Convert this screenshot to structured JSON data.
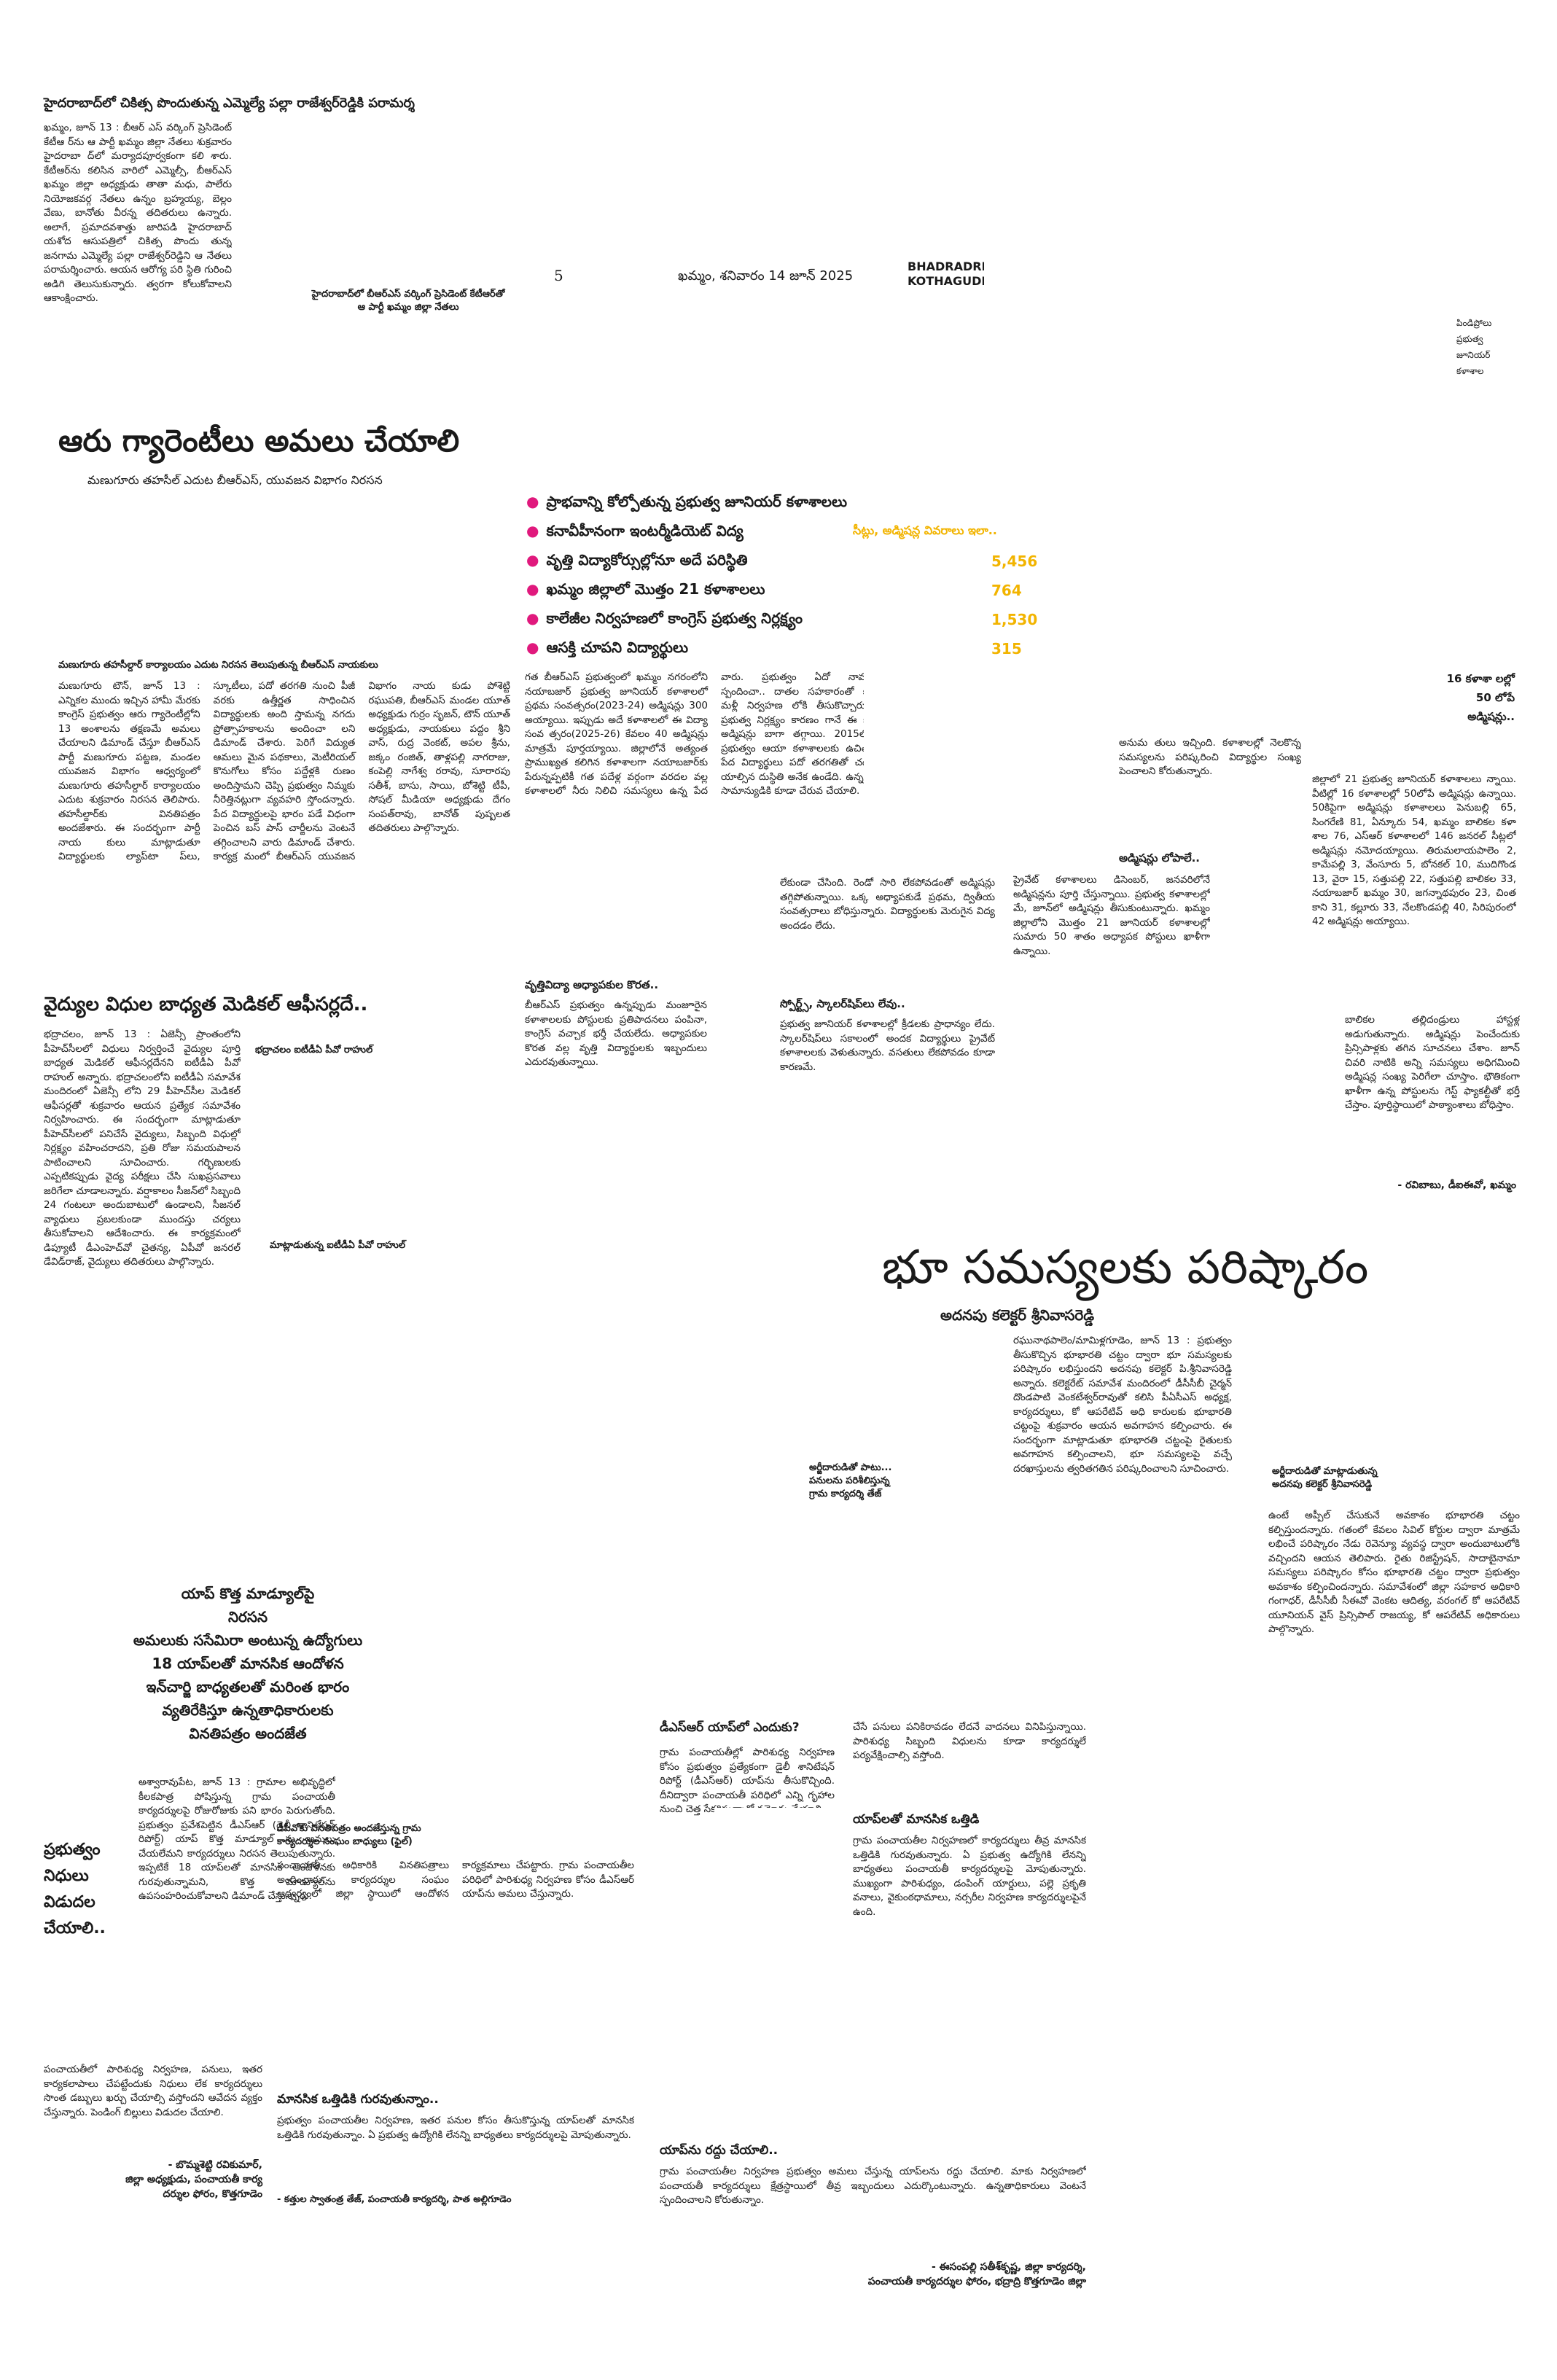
{
  "masthead": {
    "page_no": "5",
    "dateline": "ఖమ్మం, శనివారం 14 జూన్ 2025",
    "edition": "BHADRADRI\nKOTHAGUDEM"
  },
  "story1": {
    "headline": "హైదరాబాద్‌లో చికిత్స పొందుతున్న ఎమ్మెల్యే పల్లా రాజేశ్వర్‌రెడ్డికి పరామర్శ",
    "body": "ఖమ్మం, జూన్ 13 : బీఆర్ ఎస్ వర్కింగ్ ప్రెసిడెంట్ కేటీఆ ర్‌ను ఆ పార్టీ ఖమ్మం జిల్లా నేతలు శుక్రవారం హైదరాబా ద్‌లో మర్యాదపూర్వకంగా కలి శారు. కేటీఆర్‌ను కలిసిన వారిలో ఎమ్మెల్సీ, బీఆర్ఎస్ ఖమ్మం జిల్లా అధ్యక్షుడు తాతా మధు, పాలేరు నియోజకవర్గ నేతలు ఉన్నం బ్రహ్మయ్య, బెల్లం వేణు, బానోతు వీరన్న తదితరులు ఉన్నారు. అలాగే, ప్రమాదవశాత్తు జారిపడి హైదరాబాద్ యశోద ఆసుపత్రిలో చికిత్స పొందు తున్న జనగామ ఎమ్మెల్యే పల్లా రాజేశ్వర్‌రెడ్డిని ఆ నేతలు పరామర్శించారు. ఆయన ఆరోగ్య పరి స్థితి గురించి అడిగి తెలుసుకున్నారు. త్వరగా కోలుకోవాలని ఆకాంక్షించారు.",
    "caption": "హైదరాబాద్‌లో బీఆర్ఎస్ వర్కింగ్ ప్రెసిడెంట్ కేటీఆర్‌తో\nఆ పార్టీ ఖమ్మం జిల్లా నేతలు"
  },
  "top_right_caption": "పిండిప్రోలు\nప్రభుత్వ\nజూనియర్\nకళాశాల",
  "story2": {
    "headline": "ఆరు గ్యారెంటీలు అమలు చేయాలి",
    "subhead": "మణుగూరు తహసీల్ ఎదుట బీఆర్ఎస్, యువజన విభాగం నిరసన",
    "caption": "మణుగూరు తహసీల్దార్ కార్యాలయం ఎదుట నిరసన తెలుపుతున్న బీఆర్ఎస్ నాయకులు",
    "body": "మణుగూరు టౌన్, జూన్ 13 : ఎన్నికల ముందు ఇచ్చిన హామీ మేరకు కాంగ్రెస్ ప్రభుత్వం ఆరు గ్యారెంటీల్లోని 13 అంశాలను తక్షణమే అమలు చేయాలని డిమాండ్ చేస్తూ బీఆర్ఎస్ పార్టీ మణుగూరు పట్టణ, మండల యువజన విభాగం ఆధ్వర్యంలో మణుగూరు తహసీల్దార్ కార్యాలయం ఎదుట శుక్రవారం నిరసన తెలిపారు. తహసీల్దార్‌కు వినతిపత్రం అందజేశారు. ఈ సందర్భంగా పార్టీ నాయ కులు మాట్లాడుతూ విద్యార్థులకు ల్యాప్‌టా ప్‌లు, స్కూటీలు, పదో తరగతి నుంచి పీజీ వరకు ఉత్తీర్ణత సాధించిన విద్యార్థులకు అంది స్తామన్న నగదు ప్రోత్సాహకాలను అందించా లని డిమాండ్ చేశారు. పెరిగే విద్యుత ఆమలు మైన పథకాలు, మెటీరియల్ కొనుగోలు కోసం పద్దేళ్లకి రుణం అందిస్తామని చెప్పి ప్రభుత్వం నిమ్మకు నీరెత్తినట్లుగా వ్యవహరి స్తోందన్నారు. పేద విద్యార్థులపై భారం పడే విధంగా పెంచిన బస్ పాస్ చార్జీలను వెంటనే తగ్గించాలని వారు డిమాండ్ చేశారు. కార్యక్ర మంలో బీఆర్ఎస్ యువజన విభాగం నాయ కుడు పోశెట్టి రఘుపతి, బీఆర్ఎస్ మండల యూత్ అధ్యక్షుడు గుర్రం సృజన్, టౌన్ యూత్ అధ్యక్షుడు, నాయకులు పద్దం శ్రీని వాస్, రుద్ర వెంకట్, అపల శ్రీను, జక్కం రంజిత్, తాళ్లపల్లి నాగరాజు, కంపెల్లి నాగేశ్వ రరావు, సూరారపు సతీశ్, బాసు, సాయి, బోశెట్టి టీపీ, సోషల్ మీడియా అధ్యక్షుడు దేగం సంపత్‌రావు, బానోత్ పుష్పలత తదితరులు పాల్గొన్నారు."
  },
  "story3": {
    "bullets": [
      "ప్రాభవాన్ని కోల్పోతున్న ప్రభుత్వ జూనియర్ కళాశాలలు",
      "కనావీహీనంగా ఇంటర్మీడియెట్ విద్య",
      "వృత్తి విద్యాకోర్సుల్లోనూ అదే పరిస్థితి",
      "ఖమ్మం జిల్లాలో మొత్తం 21 కళాశాలలు",
      "కాలేజీల నిర్వహణలో కాంగ్రెస్ ప్రభుత్వ నిర్లక్ష్యం",
      "ఆసక్తి చూపని విద్యార్థులు"
    ],
    "seat_label": "సీట్లు, అడ్మిషన్ల వివరాలు ఇలా..",
    "stats": [
      "5,456",
      "764",
      "1,530",
      "315"
    ],
    "right_label": "16 కళాశా లల్లో 50 లోపే అడ్మిషన్లు..",
    "col1": "గత బీఆర్ఎస్ ప్రభుత్వంలో ఖమ్మం నగరంలోని నయాబజార్ ప్రభుత్వ జూనియర్ కళాశాలలో ప్రథమ సంవత్సరం(2023-24) అడ్మిషన్లు 300 అయ్యాయి. ఇప్పుడు అదే కళాశాలలో ఈ విద్యా సంవ త్సరం(2025-26) కేవలం 40 అడ్మిషన్లు మాత్రమే పూర్తయ్యాయి. జిల్లాలోనే అత్యంత ప్రాముఖ్యత కలిగిన కళాశాలగా నయాబజార్‌కు పేరున్నప్పటికీ గత పదేళ్ల వర్గంగా వరదల వల్ల కళాశాలలో నీరు నిలిచి సమస్యలు ఉన్న పేద వారు. ప్రభుత్వం ఏదో నామమాత్రంగా స్పందించా.. దాతల సహకారంతో కళాశాలలు మళ్లీ నిర్వహణ లోకి తీసుకొచ్చారు. కాంగ్రెస్ ప్రభుత్వ నిర్లక్ష్యం కారణం గానే ఈ కళాశాలలో అడ్మిషన్లు బాగా తగ్గాయి. 2015లో కేసీఆర్ ప్రభుత్వం ఆయా కళాశాలలకు ఉచిత పోషణ. పేద విద్యార్థులు పదో తరగతితో చదువు ఆపే యాల్సిన దుస్థితి అనేక ఉండేది. ఉన్నత విద్యను సామాన్యుడికి కూడా చేరువ చేయాలి.",
    "sub_vocational": "వృత్తివిద్యా అధ్యాపకుల కొరత..",
    "col1b": "బీఆర్ఎస్ ప్రభుత్వం ఉన్నప్పుడు మంజూరైన కళాశాలలకు పోస్టులకు ప్రతిపాదనలు పంపినా, కాంగ్రెస్ వచ్చాక భర్తీ చేయలేదు. అధ్యాపకుల కొరత వల్ల వృత్తి విద్యార్థులకు ఇబ్బందులు ఎదురవుతున్నాయి.",
    "col2": "లేకుండా చేసింది. రెండో సారి లేకపోవడంతో అడ్మిషన్లు తగ్గిపోతున్నాయి. ఒక్క అధ్యాపకుడే ప్రథమ, ద్వితీయ సంవత్సరాలు బోధిస్తున్నారు. విద్యార్థులకు మెరుగైన విద్య అందడం లేదు.",
    "sub_sports": "స్పోర్ట్స్, స్కాలర్‌షిప్‌లు లేవు..",
    "col2b": "ప్రభుత్వ జూనియర్ కళాశాలల్లో క్రీడలకు ప్రాధాన్యం లేదు. స్కాలర్‌షిప్‌లు సకాలంలో అందక విద్యార్థులు ప్రైవేట్ కళాశాలలకు వెళుతున్నారు. వసతులు లేకపోవడం కూడా కారణమే.",
    "col3": "అనుమ తులు ఇచ్చింది. కళాశాలల్లో నెలకొన్న సమస్యలను పరిష్కరించి విద్యార్థుల సంఖ్య పెంచాలని కోరుతున్నారు.",
    "sub_admission": "అడ్మిషన్లు లోపాలే..",
    "col3b": "ప్రైవేట్ కళాశాలలు డిసెంబర్, జనవరిలోనే అడ్మిషన్లను పూర్తి చేస్తున్నాయి. ప్రభుత్వ కళాశాలల్లో మే, జూన్‌లో అడ్మిషన్లు తీసుకుంటున్నారు. ఖమ్మం జిల్లాలోని మొత్తం 21 జూనియర్ కళాశాలల్లో సుమారు 50 శాతం అధ్యాపక పోస్టులు ఖాళీగా ఉన్నాయి.",
    "col4": "జిల్లాలో 21 ప్రభుత్వ జూనియర్ కళాశాలలు న్నాయి. వీటిల్లో 16 కళాశాలల్లో 50లోపే అడ్మిషన్లు ఉన్నాయి. 50కిపైగా అడ్మిషన్లు కళాశాలలు పెనుబల్లి 65, సింగరేణి 81, ఏన్కూరు 54, ఖమ్మం బాలికల కళా శాల 76, ఎస్ఆర్ కళాశాలలో 146 జనరల్ సీట్లలో అడ్మిషన్లు నమోదయ్యాయి. తిరుమలాయపాలెం 2, కామేపల్లి 3, వేంసూరు 5, బోనకల్ 10, ముదిగొండ 13, వైరా 15, సత్తుపల్లి 22, సత్తుపల్లి బాలికల 33, నయాబజార్ ఖమ్మం 30, జగన్నాథపురం 23, చింత కాని 31, కల్లూరు 33, నేలకొండపల్లి 40, సిరిపురంలో 42 అడ్మిషన్లు అయ్యాయి.",
    "col4b": "బాలికల తల్లిదండ్రులు హాస్టళ్ల అడుగుతున్నారు. అడ్మిషన్లు పెంచేందుకు ప్రిన్సిపాళ్లకు తగిన సూచనలు చేశాం. జూన్ చివరి నాటికి అన్ని సమస్యలు అధిగమించి అడ్మిషన్ల సంఖ్య పెరిగేలా చూస్తాం. భౌతికంగా ఖాళీగా ఉన్న పోస్టులను గెస్ట్ ఫ్యాకల్టీతో భర్తీ చేస్తాం. పూర్తిస్థాయిలో పాఠ్యాంశాలు బోధిస్తాం.",
    "signature": "- రవిబాబు, డీఐఈవో, ఖమ్మం"
  },
  "story4": {
    "headline": "వైద్యుల విధుల బాధ్యత మెడికల్ ఆఫీసర్లదే..",
    "caption_top": "భద్రాచలం ఐటీడీఏ పీవో రాహుల్",
    "caption_mid": "మాట్లాడుతున్న ఐటీడీఏ పీవో రాహుల్",
    "body": "భద్రాచలం, జూన్ 13 : ఏజెన్సీ ప్రాంతంలోని పీహెచ్‌సీలలో విధులు నిర్వర్తించే వైద్యుల పూర్తి బాధ్యత మెడికల్ ఆఫీసర్లదేనని ఐటీడీఏ పీవో రాహుల్ అన్నారు. భద్రాచలంలోని ఐటీడీఏ సమావేశ మందిరంలో ఏజెన్సీ లోని 29 పీహెచ్‌సీల మెడికల్ ఆఫీసర్లతో శుక్రవారం ఆయన ప్రత్యేక సమావేశం నిర్వహించారు. ఈ సందర్భంగా మాట్లాడుతూ పీహెచ్‌సీలలో పనిచేసే వైద్యులు, సిబ్బంది విధుల్లో నిర్లక్ష్యం వహించరాదని, ప్రతి రోజు సమయపాలన పాటించాలని సూచించారు. గర్భిణులకు ఎప్పటికప్పుడు వైద్య పరీక్షలు చేసి సుఖప్రసవాలు జరిగేలా చూడాలన్నారు. వర్షాకాలం సీజన్‌లో సిబ్బంది 24 గంటలూ అందుబాటులో ఉండాలని, సీజనల్ వ్యాధులు ప్రబలకుండా ముందస్తు చర్యలు తీసుకోవాలని ఆదేశించారు. ఈ కార్యక్రమంలో డిప్యూటీ డీఎంహెచ్‌వో చైతన్య, ఏపీవో జనరల్ డేవిడ్‌రాజ్, వైద్యులు తదితరులు పాల్గొన్నారు."
  },
  "story5": {
    "headline": "భూ సమస్యలకు పరిష్కారం",
    "subhead": "అదనపు కలెక్టర్ శ్రీనివాసరెడ్డి",
    "caption_left": "అర్జీదారుడితో మాట్లాడుతున్న\nఅదనపు కలెక్టర్ శ్రీనివాసరెడ్డి",
    "caption_small": "అర్జీదారుడితో పాటు...\nపనులను పరిశీలిస్తున్న\nగ్రామ కార్యదర్శి తేజ్",
    "col1": "రఘునాథపాలెం/మామిళ్లగూడెం, జూన్ 13 : ప్రభుత్వం తీసుకొచ్చిన భూభారతి చట్టం ద్వారా భూ సమస్యలకు పరిష్కారం లభిస్తుందని అదనపు కలెక్టర్ పి.శ్రీనివాసరెడ్డి అన్నారు. కలెక్టరేట్ సమావేశ మందిరంలో డీసీసీబీ చైర్మన్ దొండపాటి వెంకటేశ్వర్‌రావుతో కలిసి పీఏసీఎస్ అధ్యక్ష, కార్యదర్శులు, కో ఆపరేటివ్ అధి కారులకు భూభారతి చట్టంపై శుక్రవారం ఆయన అవగాహన కల్పించారు. ఈ సందర్భంగా మాట్లాడుతూ భూభారతి చట్టంపై రైతులకు అవగాహన కల్పించాలని, భూ సమస్యలపై వచ్చే దరఖాస్తులను త్వరితగతిన పరిష్కరించాలని సూచించారు.",
    "col2": "ఉంటే అప్పీల్ చేసుకునే అవకాశం భూభారతి చట్టం కల్పిస్తుందన్నారు. గతంలో కేవలం సివిల్ కోర్టుల ద్వారా మాత్రమే లభించే పరిష్కారం నేడు రెవెన్యూ వ్యవస్థ ద్వారా అందుబాటులోకి వచ్చిందని ఆయన తెలిపారు. రైతు రిజిస్ట్రేషన్, సాదాబైనామా సమస్యలు పరిష్కారం కోసం భూభారతి చట్టం ద్వారా ప్రభుత్వం అవకాశం కల్పించిందన్నారు. సమావేశంలో జిల్లా సహకార అధికారి గంగాధర్, డీసీసీబీ సీఈవో వెంకట ఆదిత్య, వరంగల్ కో ఆపరేటివ్ యూనియన్ వైస్ ప్రిన్సిపాల్ రాజయ్య, కో ఆపరేటివ్ అధికారులు పాల్గొన్నారు."
  },
  "story6": {
    "banner_lines": [
      "యాప్ కొత్త మాడ్యూల్‌పై",
      "నిరసన",
      "అమలుకు ససేమిరా అంటున్న ఉద్యోగులు",
      "18 యాప్‌లతో మానసిక ఆందోళన",
      "ఇన్‌చార్జి బాధ్యతలతో మరింత భారం",
      "వ్యతిరేకిస్తూ ఉన్నతాధికారులకు",
      "వినతిపత్రం అందజేత"
    ],
    "side_head": "ప్రభుత్వం నిధులు విడుదల చేయాలి..",
    "caption_photo": "డీపీవోకు వినతిపత్రం అందజేస్తున్న గ్రామ\nకార్యదర్శుల సంఘం బాధ్యులు (ఫైల్)",
    "col1": "అశ్వారావుపేట, జూన్ 13 : గ్రామాల అభివృద్ధిలో కీలకపాత్ర పోషిస్తున్న గ్రామ పంచాయతీ కార్యదర్శులపై రోజురోజుకు పని భారం పెరుగుతోంది. ప్రభుత్వం ప్రవేశపెట్టిన డీఎస్ఆర్ (డైలీ శానిటేషన్ రిపోర్ట్) యాప్ కొత్త మాడ్యూల్ ను అమలు చేయలేమని కార్యదర్శులు నిరసన తెలుపుతున్నారు. ఇప్పటికే 18 యాప్‌లతో మానసిక ఆందోళనకు గురవుతున్నామని, కొత్త మాడ్యూల్‌ను ఉపసంహరించుకోవాలని డిమాండ్ చేస్తున్నారు.",
    "col1b": "పంచాయతీలో పారిశుధ్య నిర్వహణ, పనులు, ఇతర కార్యకలాపాలు చేపట్టేందుకు నిధులు లేక కార్యదర్శులు సొంత డబ్బులు ఖర్చు చేయాల్సి వస్తోందని ఆవేదన వ్యక్తం చేస్తున్నారు. పెండింగ్ బిల్లులు విడుదల చేయాలి.",
    "signature_left": "- బొమ్మశెట్టి రవికుమార్,\nజిల్లా అధ్యక్షుడు, పంచాయతీ కార్య\nదర్శుల ఫోరం, కొత్తగూడెం",
    "col2": "పంచాయతీ అధికారికి వినతిపత్రాలు అందించారు. కార్యదర్శుల సంఘం ఆధ్వర్యంలో జిల్లా స్థాయిలో ఆందోళన కార్యక్రమాలు చేపట్టారు. గ్రామ పంచాయతీల పరిధిలో పారిశుధ్య నిర్వహణ కోసం డీఎస్ఆర్ యాప్‌ను అమలు చేస్తున్నారు.",
    "sub_stress": "మానసిక ఒత్తిడికి గురవుతున్నాం..",
    "col2b": "ప్రభుత్వం పంచాయతీల నిర్వహణ, ఇతర పనుల కోసం తీసుకొస్తున్న యాప్‌లతో మానసిక ఒత్తిడికి గురవుతున్నాం. ఏ ప్రభుత్వ ఉద్యోగికి లేనన్ని బాధ్యతలు కార్యదర్శులపై మోపుతున్నారు.",
    "signature_mid": "- కత్తుల స్వాతంత్ర తేజ్, పంచాయతీ కార్యదర్శి, పాత అల్లిగూడెం",
    "sub_dsr": "డీఎస్ఆర్ యాప్‌లో ఎందుకు?",
    "col3": "గ్రామ పంచాయతీల్లో పారిశుధ్య నిర్వహణ కోసం ప్రభుత్వం ప్రత్యేకంగా డైలీ శానిటేషన్ రిపోర్ట్ (డీఎస్ఆర్) యాప్‌ను తీసుకొచ్చింది. దీనిద్వారా పంచాయతీ పరిధిలో ఎన్ని గృహాల నుంచి చెత్త సేకరిస్తున్నారో నమోదు చేయాలి.",
    "col3b": "చేసే పనులు పనికిరావడం లేదనే వాదనలు వినిపిస్తున్నాయి. పారిశుధ్య సిబ్బంది విధులను కూడా కార్యదర్శులే పర్యవేక్షించాల్సి వస్తోంది.",
    "sub_mental": "యాప్‌లతో మానసిక ఒత్తిడి",
    "col3c": "గ్రామ పంచాయతీల నిర్వహణలో కార్యదర్శులు తీవ్ర మానసిక ఒత్తిడికి గురవుతున్నారు. ఏ ప్రభుత్వ ఉద్యోగికి లేనన్ని బాధ్యతలు పంచాయతీ కార్యదర్శులపై మోపుతున్నారు. ముఖ్యంగా పారిశుధ్యం, డంపింగ్ యార్డులు, పల్లె ప్రకృతి వనాలు, వైకుంఠధామాలు, నర్సరీల నిర్వహణ కార్యదర్శులపైనే ఉంది.",
    "sub_cancel": "యాప్‌ను రద్దు చేయాలి..",
    "col3d": "గ్రామ పంచాయతీల నిర్వహణ ప్రభుత్వం అమలు చేస్తున్న యాప్‌లను రద్దు చేయాలి. మాకు నిర్వహణలో పంచాయతీ కార్యదర్శులు క్షేత్రస్థాయిలో తీవ్ర ఇబ్బందులు ఎదుర్కొంటున్నారు. ఉన్నతాధికారులు వెంటనే స్పందించాలని కోరుతున్నాం.",
    "signature_right": "- ఈసంపల్లి సతీశ్‌కృష్ణ, జిల్లా కార్యదర్శి,\nపంచాయతీ కార్యదర్శుల ఫోరం, భద్రాద్రి కొత్తగూడెం జిల్లా"
  }
}
